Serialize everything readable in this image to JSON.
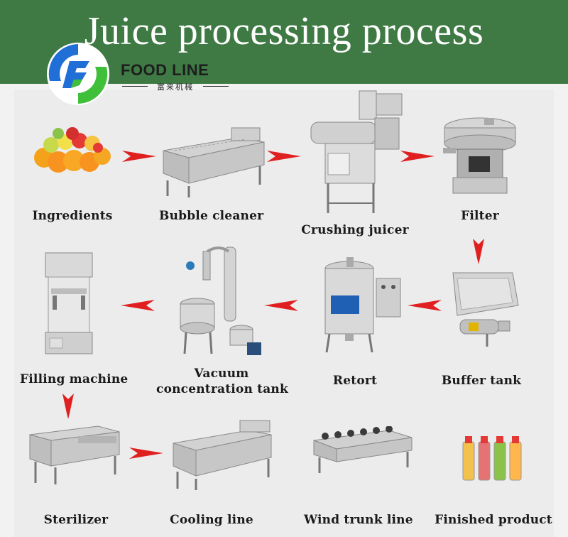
{
  "header": {
    "title": "Juice processing process",
    "brand_name": "FOOD LINE",
    "brand_sub": "富来机械"
  },
  "colors": {
    "header_bg": "#3f7a45",
    "arrow_red": "#e02020",
    "logo_blue": "#1f6fd6",
    "logo_green": "#3fbf3a"
  },
  "steps": [
    {
      "id": "ingredients",
      "label": "Ingredients"
    },
    {
      "id": "bubble-cleaner",
      "label": "Bubble cleaner"
    },
    {
      "id": "crushing-juicer",
      "label": "Crushing juicer"
    },
    {
      "id": "filter",
      "label": "Filter"
    },
    {
      "id": "buffer-tank",
      "label": "Buffer tank"
    },
    {
      "id": "retort",
      "label": "Retort"
    },
    {
      "id": "vacuum-tank",
      "label_line1": "Vacuum",
      "label_line2": "concentration tank"
    },
    {
      "id": "filling-machine",
      "label": "Filling machine"
    },
    {
      "id": "sterilizer",
      "label": "Sterilizer"
    },
    {
      "id": "cooling-line",
      "label": "Cooling line"
    },
    {
      "id": "wind-trunk-line",
      "label": "Wind trunk line"
    },
    {
      "id": "finished-product",
      "label": "Finished product"
    }
  ]
}
